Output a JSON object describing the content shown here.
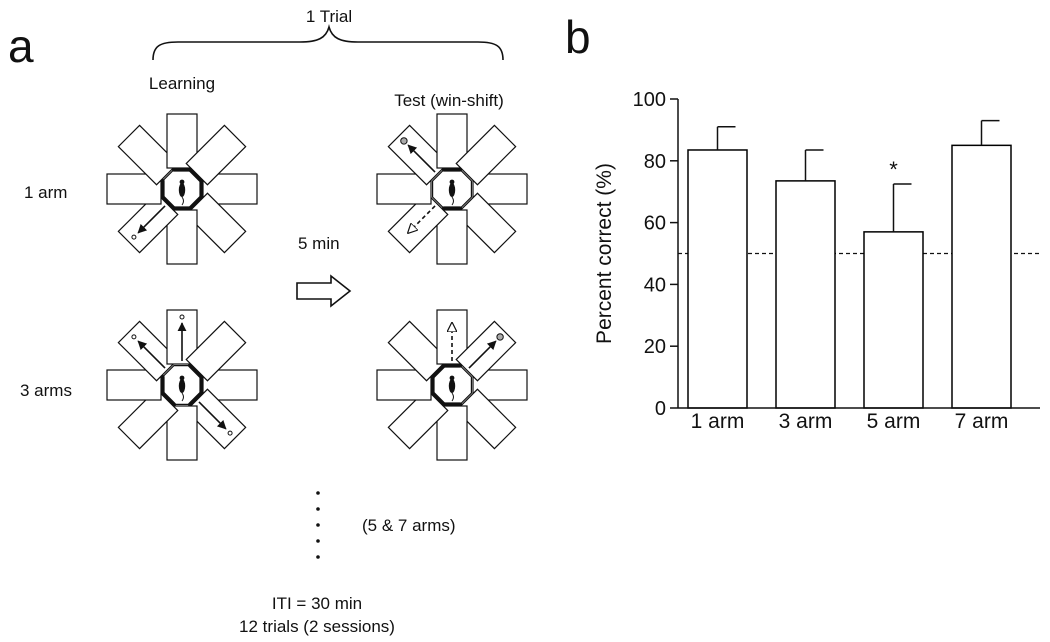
{
  "panel_a": {
    "letter": "a",
    "trial_label": "1 Trial",
    "learning_label": "Learning",
    "test_label": "Test (win-shift)",
    "row1_label": "1 arm",
    "row2_label": "3 arms",
    "delay_label": "5 min",
    "more_label": "(5 & 7 arms)",
    "iti_label": "ITI = 30 min",
    "trials_label": "12 trials (2 sessions)"
  },
  "panel_b": {
    "letter": "b"
  },
  "chart_data": {
    "type": "bar",
    "categories": [
      "1 arm",
      "3 arm",
      "5 arm",
      "7 arm"
    ],
    "values": [
      83.5,
      73.5,
      57,
      85
    ],
    "errors": [
      7.5,
      10,
      15.5,
      8
    ],
    "annotations": [
      "",
      "",
      "*",
      ""
    ],
    "ylabel": "Percent correct (%)",
    "xlabel": "",
    "ylim": [
      0,
      100
    ],
    "yticks": [
      0,
      20,
      40,
      60,
      80,
      100
    ],
    "reference_line": 50,
    "bar_color": "#ffffff",
    "edge_color": "#000000",
    "grid": false
  }
}
